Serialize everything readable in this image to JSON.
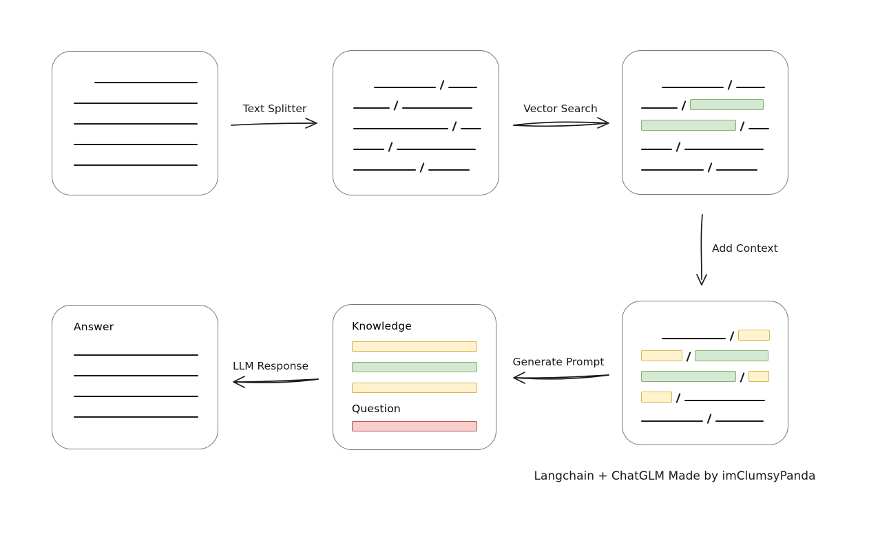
{
  "caption": "Langchain + ChatGLM Made by imClumsyPanda",
  "labels": {
    "text_splitter": "Text Splitter",
    "vector_search": "Vector Search",
    "add_context": "Add Context",
    "generate_prompt": "Generate Prompt",
    "llm_response": "LLM Response",
    "knowledge": "Knowledge",
    "question": "Question",
    "answer": "Answer"
  },
  "colors": {
    "line": "#1a1a1a",
    "box_border": "#767676",
    "green_fill": "#d5e8d4",
    "green_border": "#82b366",
    "yellow_fill": "#fff2cc",
    "yellow_border": "#d6b656",
    "red_fill": "#f8cecc",
    "red_border": "#b85450"
  },
  "document_box": {
    "lines": [
      {
        "indent": 30,
        "w": 150
      },
      {
        "indent": 0,
        "w": 180
      },
      {
        "indent": 0,
        "w": 180
      },
      {
        "indent": 0,
        "w": 180
      },
      {
        "indent": 0,
        "w": 180
      }
    ]
  },
  "chunk_box": {
    "rows": [
      {
        "indent": 30,
        "segs": [
          {
            "kind": "line",
            "w": 90
          },
          {
            "kind": "line",
            "w": 42
          }
        ]
      },
      {
        "indent": 0,
        "segs": [
          {
            "kind": "line",
            "w": 53
          },
          {
            "kind": "line",
            "w": 102
          }
        ]
      },
      {
        "indent": 0,
        "segs": [
          {
            "kind": "line",
            "w": 138
          },
          {
            "kind": "line",
            "w": 30
          }
        ]
      },
      {
        "indent": 0,
        "segs": [
          {
            "kind": "line",
            "w": 45
          },
          {
            "kind": "line",
            "w": 115
          }
        ]
      },
      {
        "indent": 0,
        "segs": [
          {
            "kind": "line",
            "w": 91
          },
          {
            "kind": "line",
            "w": 60
          }
        ]
      }
    ]
  },
  "search_box": {
    "rows": [
      {
        "indent": 30,
        "segs": [
          {
            "kind": "line",
            "w": 90
          },
          {
            "kind": "line",
            "w": 42
          }
        ]
      },
      {
        "indent": 0,
        "segs": [
          {
            "kind": "line",
            "w": 53
          },
          {
            "kind": "green",
            "w": 107
          }
        ]
      },
      {
        "indent": 0,
        "segs": [
          {
            "kind": "green",
            "w": 138
          },
          {
            "kind": "line",
            "w": 30
          }
        ]
      },
      {
        "indent": 0,
        "segs": [
          {
            "kind": "line",
            "w": 45
          },
          {
            "kind": "line",
            "w": 115
          }
        ]
      },
      {
        "indent": 0,
        "segs": [
          {
            "kind": "line",
            "w": 91
          },
          {
            "kind": "line",
            "w": 60
          }
        ]
      }
    ]
  },
  "context_box": {
    "rows": [
      {
        "indent": 30,
        "segs": [
          {
            "kind": "line",
            "w": 93
          },
          {
            "kind": "yellow",
            "w": 46
          }
        ]
      },
      {
        "indent": 0,
        "segs": [
          {
            "kind": "yellow",
            "w": 60
          },
          {
            "kind": "green",
            "w": 107
          }
        ]
      },
      {
        "indent": 0,
        "segs": [
          {
            "kind": "green",
            "w": 138
          },
          {
            "kind": "yellow",
            "w": 30
          }
        ]
      },
      {
        "indent": 0,
        "segs": [
          {
            "kind": "yellow",
            "w": 45
          },
          {
            "kind": "line",
            "w": 117
          }
        ]
      },
      {
        "indent": 0,
        "segs": [
          {
            "kind": "line",
            "w": 90
          },
          {
            "kind": "line",
            "w": 70
          }
        ]
      }
    ]
  },
  "prompt_box": {
    "knowledge_bars": [
      "yellow",
      "green",
      "yellow"
    ],
    "question_bars": [
      "red"
    ]
  },
  "answer_box": {
    "lines": [
      {
        "indent": 0,
        "w": 181
      },
      {
        "indent": 0,
        "w": 181
      },
      {
        "indent": 0,
        "w": 181
      },
      {
        "indent": 0,
        "w": 181
      }
    ]
  }
}
